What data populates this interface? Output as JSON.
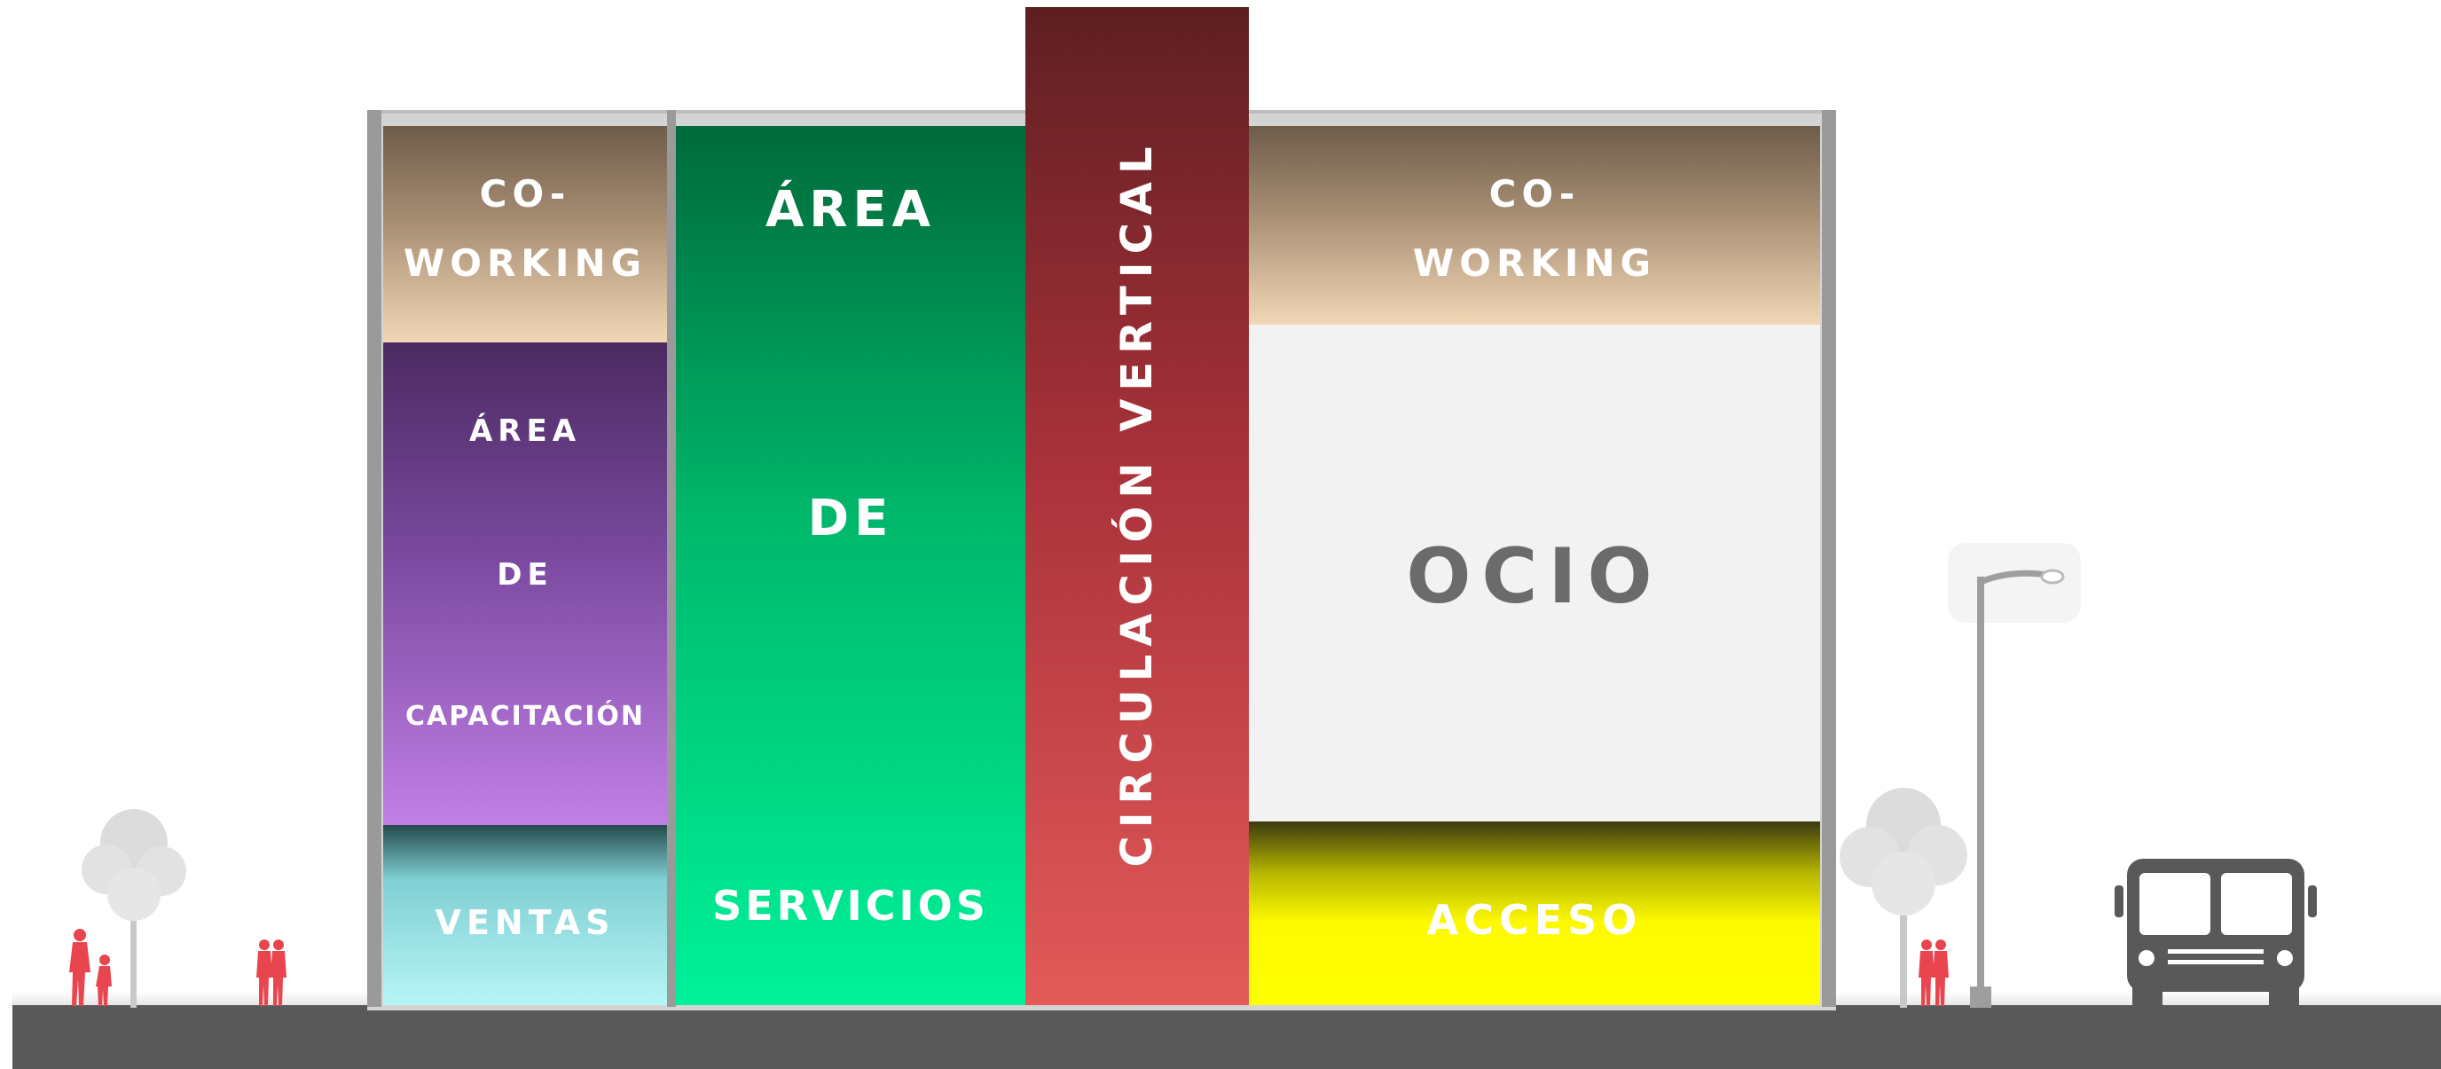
{
  "blocks": {
    "coworking_left": {
      "line1": "CO-",
      "line2": "WORKING"
    },
    "capacitacion": {
      "line1": "ÁREA",
      "line2": "DE",
      "line3": "CAPACITACIÓN"
    },
    "ventas": {
      "label": "VENTAS"
    },
    "servicios": {
      "line1": "ÁREA",
      "line2": "DE",
      "line3": "SERVICIOS"
    },
    "circulacion": {
      "label": "CIRCULACIÓN VERTICAL"
    },
    "coworking_right": {
      "line1": "CO-",
      "line2": "WORKING"
    },
    "ocio": {
      "label": "OCIO"
    },
    "acceso": {
      "label": "ACCESO"
    }
  },
  "colors": {
    "coworking": "#f2d7b6",
    "capacitacion": "#c17fe6",
    "ventas": "#b7f5f5",
    "servicios": "#00f29a",
    "circulacion": "#e35a59",
    "ocio": "#f2f2f2",
    "acceso": "#ffff00",
    "ground": "#595959",
    "people": "#e8454f"
  },
  "icons": [
    "tree-icon",
    "person-icon",
    "street-lamp-icon",
    "bus-icon"
  ]
}
